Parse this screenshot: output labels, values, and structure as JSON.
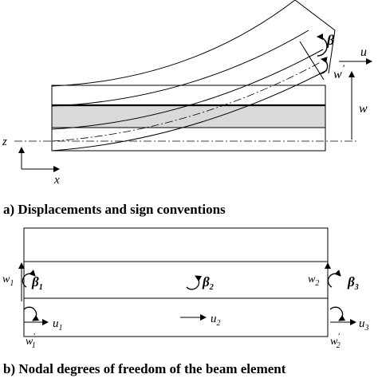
{
  "panel_a": {
    "caption": "a) Displacements and sign conventions",
    "labels": {
      "beta": "β",
      "u": "u",
      "w_prime": "w",
      "w_prime_mark": "'",
      "w": "w",
      "z": "z",
      "x": "x"
    }
  },
  "panel_b": {
    "caption": "b) Nodal degrees of freedom of the beam element",
    "labels": {
      "w1": "w",
      "w1_sub": "1",
      "beta1": "β",
      "beta1_sub": "1",
      "u1": "u",
      "u1_sub": "1",
      "w1p": "w",
      "w1p_mark": "'",
      "w1p_sub": "1",
      "beta2": "β",
      "beta2_sub": "2",
      "u2": "u",
      "u2_sub": "2",
      "w2": "w",
      "w2_sub": "2",
      "beta3": "β",
      "beta3_sub": "3",
      "u3": "u",
      "u3_sub": "3",
      "w2p": "w",
      "w2p_mark": "'",
      "w2p_sub": "2"
    }
  },
  "colors": {
    "core_fill": "#d9d9d9",
    "stroke": "#000000",
    "background": "#ffffff"
  }
}
